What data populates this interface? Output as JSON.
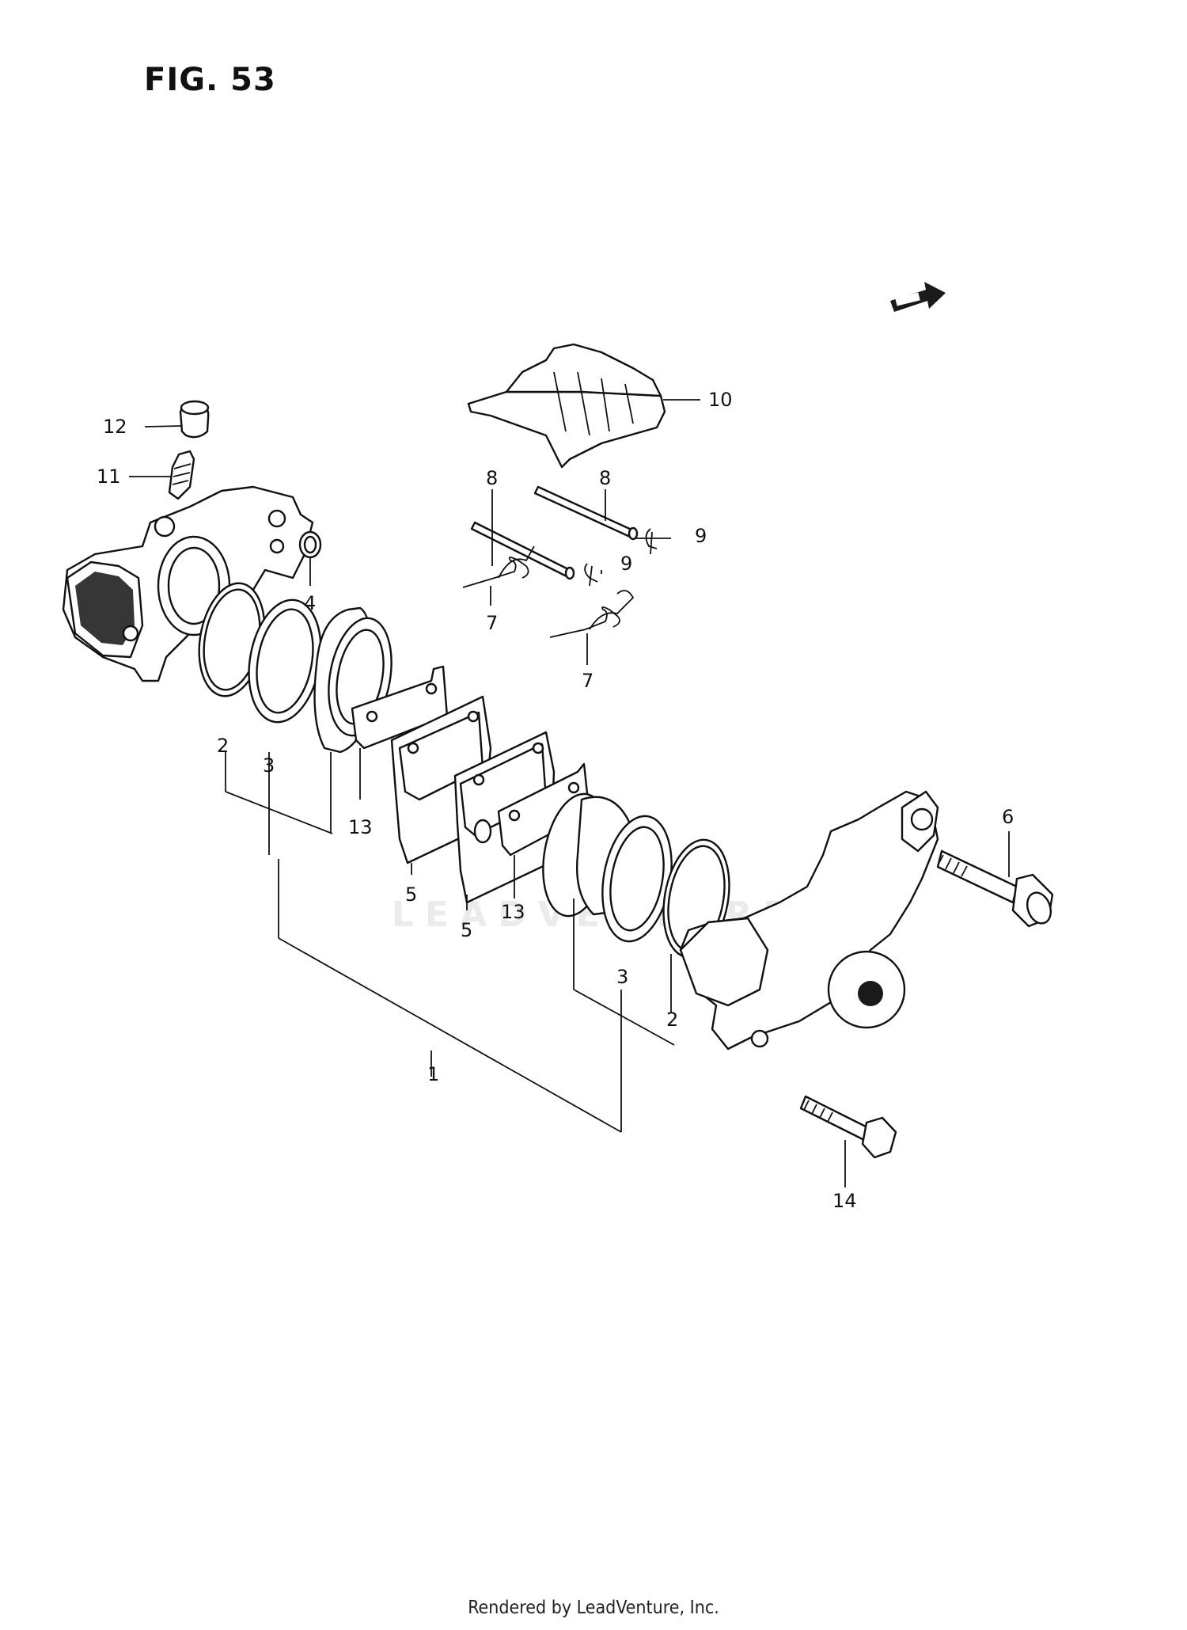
{
  "figure": {
    "title": "FIG. 53"
  },
  "watermark": "LEADVENTURE",
  "footer": "Rendered by LeadVenture, Inc.",
  "fwd_icon": "front-direction-arrow-icon",
  "callouts": [
    {
      "id": "c1",
      "label": "1"
    },
    {
      "id": "c2a",
      "label": "2"
    },
    {
      "id": "c2b",
      "label": "2"
    },
    {
      "id": "c3a",
      "label": "3"
    },
    {
      "id": "c3b",
      "label": "3"
    },
    {
      "id": "c4",
      "label": "4"
    },
    {
      "id": "c5a",
      "label": "5"
    },
    {
      "id": "c5b",
      "label": "5"
    },
    {
      "id": "c6",
      "label": "6"
    },
    {
      "id": "c7a",
      "label": "7"
    },
    {
      "id": "c7b",
      "label": "7"
    },
    {
      "id": "c8a",
      "label": "8"
    },
    {
      "id": "c8b",
      "label": "8"
    },
    {
      "id": "c9a",
      "label": "9"
    },
    {
      "id": "c9b",
      "label": "9"
    },
    {
      "id": "c10",
      "label": "10"
    },
    {
      "id": "c11",
      "label": "11"
    },
    {
      "id": "c12",
      "label": "12"
    },
    {
      "id": "c13a",
      "label": "13"
    },
    {
      "id": "c13b",
      "label": "13"
    },
    {
      "id": "c14",
      "label": "14"
    }
  ]
}
